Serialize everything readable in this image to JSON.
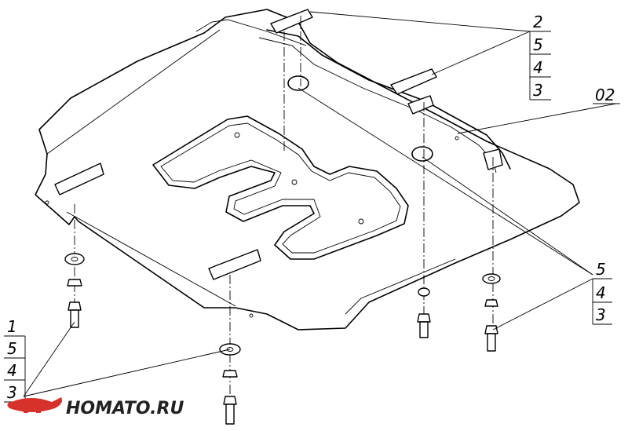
{
  "callouts": {
    "top_right": [
      "2",
      "5",
      "4",
      "3"
    ],
    "cover": "02",
    "mid_right": [
      "5",
      "4",
      "3"
    ],
    "bottom_left": [
      "1",
      "5",
      "4",
      "3"
    ]
  },
  "logo": {
    "text": "HOMATO.RU",
    "colors": {
      "wings": "#d7312b",
      "text": "#222222"
    }
  }
}
